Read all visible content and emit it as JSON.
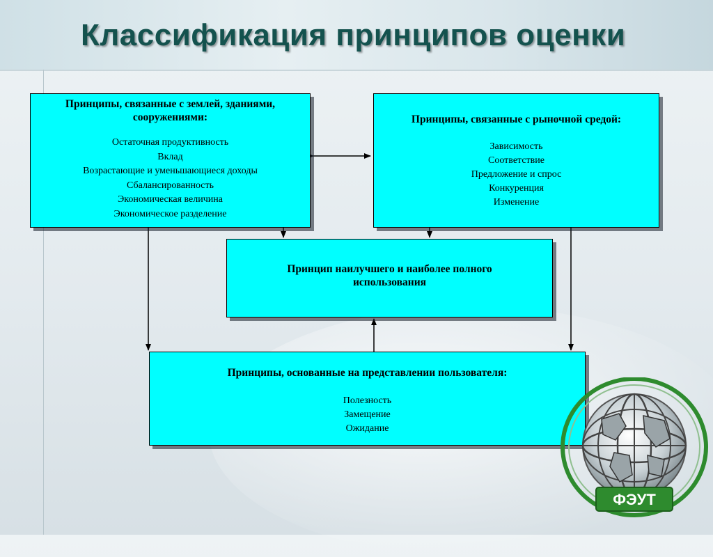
{
  "slide": {
    "title": "Классификация принципов оценки"
  },
  "boxes": {
    "land": {
      "title": "Принципы, связанные с землей, зданиями, сооружениями:",
      "items": [
        "Остаточная продуктивность",
        "Вклад",
        "Возрастающие и уменьшающиеся доходы",
        "Сбалансированность",
        "Экономическая величина",
        "Экономическое разделение"
      ]
    },
    "market": {
      "title": "Принципы, связанные с рыночной средой:",
      "items": [
        "Зависимость",
        "Соответствие",
        "Предложение и спрос",
        "Конкуренция",
        "Изменение"
      ]
    },
    "best_use": {
      "title": "Принцип наилучшего и наиболее полного использования"
    },
    "user": {
      "title": "Принципы, основанные на представлении пользователя:",
      "items": [
        "Полезность",
        "Замещение",
        "Ожидание"
      ]
    }
  },
  "logo": {
    "text": "ФЭУТ"
  },
  "colors": {
    "box_fill": "#00ffff",
    "title_color": "#14524e",
    "logo_green": "#2e8b2e"
  }
}
